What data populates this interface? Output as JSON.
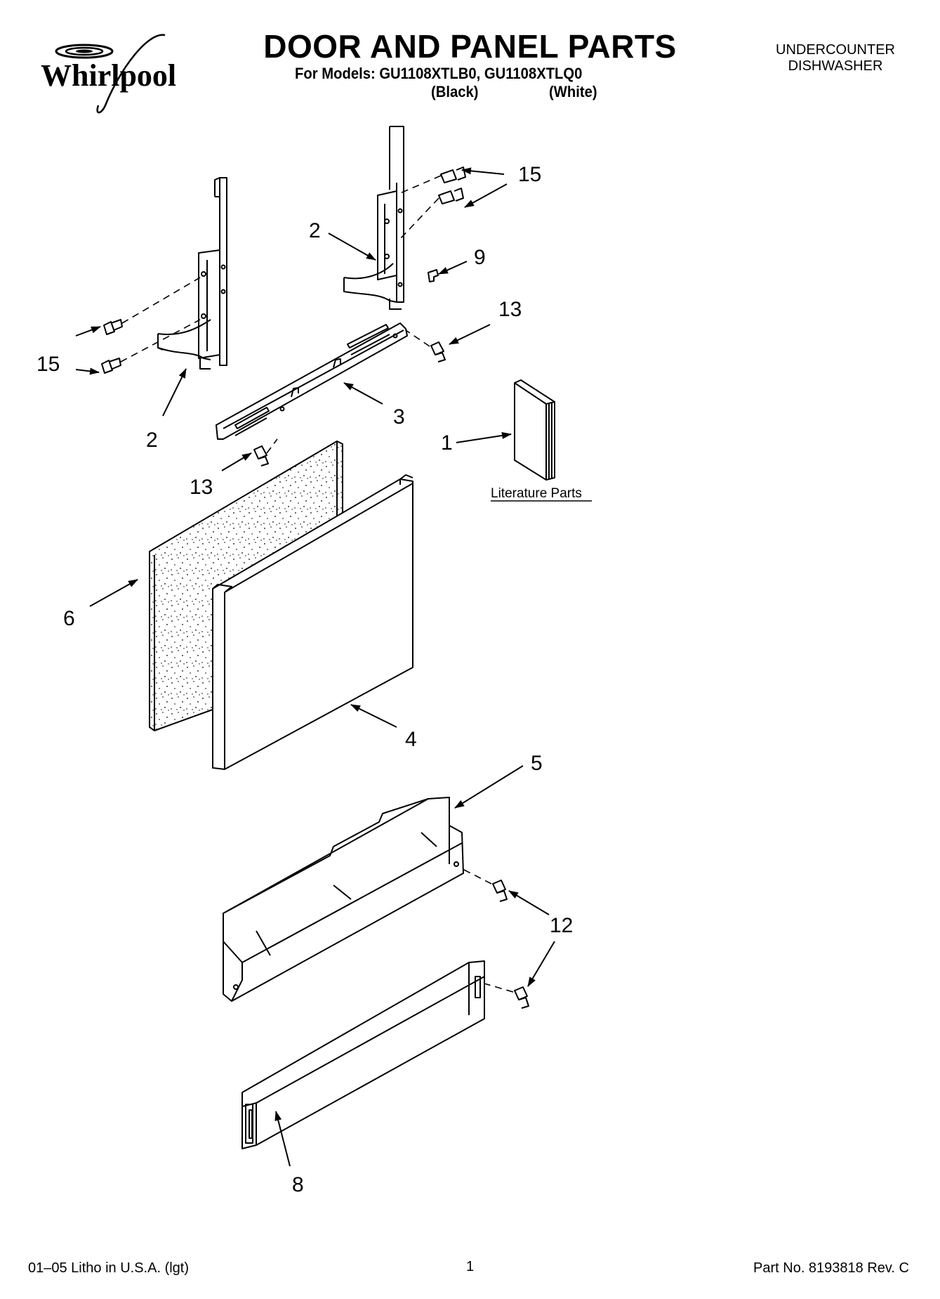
{
  "header": {
    "brand": "Whirlpool",
    "title": "DOOR AND PANEL PARTS",
    "models_line": "For Models: GU1108XTLB0, GU1108XTLQ0",
    "variant_black": "(Black)",
    "variant_white": "(White)",
    "product_type_line1": "UNDERCOUNTER",
    "product_type_line2": "DISHWASHER"
  },
  "diagram": {
    "callouts": [
      "15",
      "2",
      "9",
      "13",
      "15",
      "2",
      "3",
      "1",
      "13",
      "6",
      "4",
      "5",
      "12",
      "8"
    ],
    "literature_label": "Literature Parts"
  },
  "footer": {
    "litho": "01–05 Litho in U.S.A. (lgt)",
    "page_number": "1",
    "part_number": "Part No. 8193818 Rev. C"
  },
  "icons": {
    "logo": "whirlpool-logo-icon"
  }
}
